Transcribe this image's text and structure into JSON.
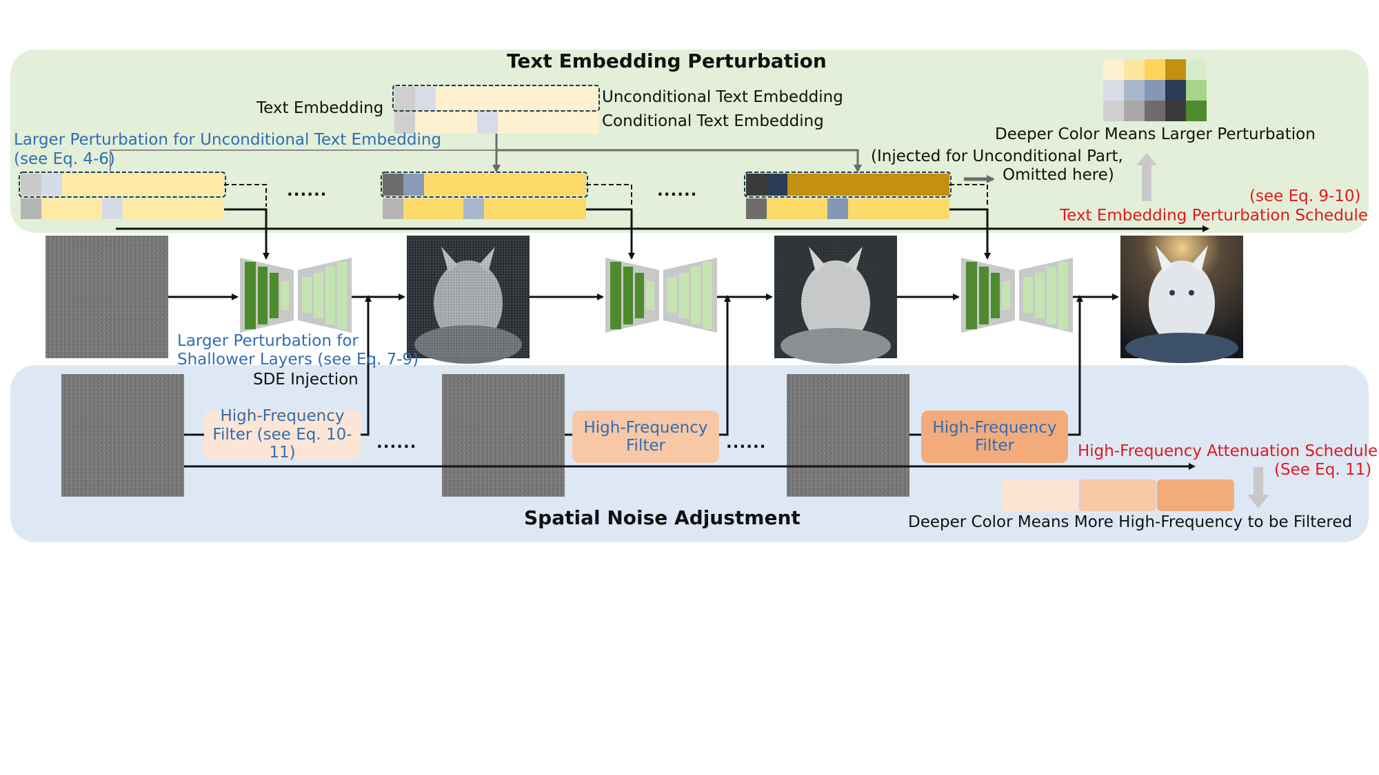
{
  "top_panel": {
    "title": "Text Embedding Perturbation",
    "text_embedding_label": "Text Embedding",
    "uncond_label": "Unconditional Text Embedding",
    "cond_label": "Conditional Text Embedding",
    "larger_pert_uncond": "Larger Perturbation for Unconditional Text Embedding",
    "see_eq_4_6": "(see Eq. 4-6)",
    "injected_line1": "(Injected for Unconditional Part,",
    "injected_line2": "Omitted here)",
    "legend_caption": "Deeper Color Means Larger Perturbation",
    "see_eq_9_10": "(see Eq. 9-10)",
    "schedule_label": "Text Embedding Perturbation Schedule",
    "ellipsis": "......"
  },
  "middle": {
    "shallow_line1": "Larger Perturbation for",
    "shallow_line2": "Shallower Layers (see Eq. 7-9)",
    "sde_label": "SDE Injection"
  },
  "bottom_panel": {
    "title": "Spatial Noise Adjustment",
    "hf_filter_1_line1": "High-Frequency",
    "hf_filter_1_line2": "Filter (see Eq. 10-11)",
    "hf_filter_line1": "High-Frequency",
    "hf_filter_line2": "Filter",
    "schedule_label": "High-Frequency Attenuation Schedule",
    "see_eq_11": "(See Eq. 11)",
    "legend_caption": "Deeper Color Means More High-Frequency to be Filtered",
    "ellipsis": "......"
  },
  "colors": {
    "top_panel_bg": "#e3efd8",
    "bottom_panel_bg": "#dde8f4",
    "encoder_green": "#4e8a2e",
    "decoder_green": "#c6e4b2",
    "title_blue": "#2f6db5",
    "schedule_red": "#e0191d",
    "hf_light": "#fde5d5",
    "hf_mid": "#f8c7a6",
    "hf_deep": "#f3ab7c"
  }
}
